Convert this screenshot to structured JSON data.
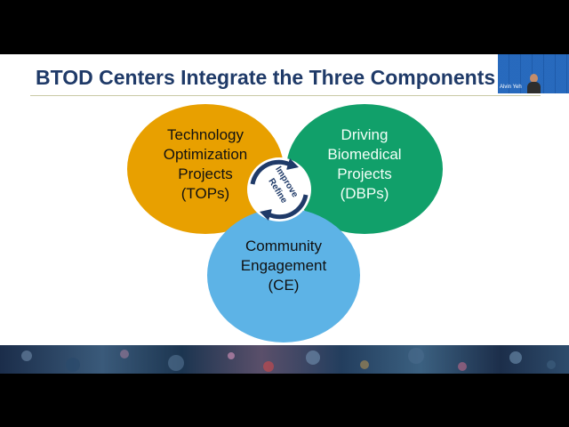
{
  "slide": {
    "title": "BTOD Centers Integrate the Three Components",
    "circles": {
      "top": "Technology\nOptimization\nProjects\n(TOPs)",
      "dbp": "Driving\nBiomedical\nProjects\n(DBPs)",
      "ce": "Community\nEngagement\n(CE)"
    },
    "cycle": {
      "refine": "Refine",
      "improve": "Improve"
    },
    "colors": {
      "title": "#1f3a68",
      "tops": "#e8a000",
      "dbps": "#11a06a",
      "ce": "#5db3e6",
      "cycle_ring": "#1f3a68"
    }
  },
  "video_tile": {
    "name": "Alvin Yeh"
  }
}
